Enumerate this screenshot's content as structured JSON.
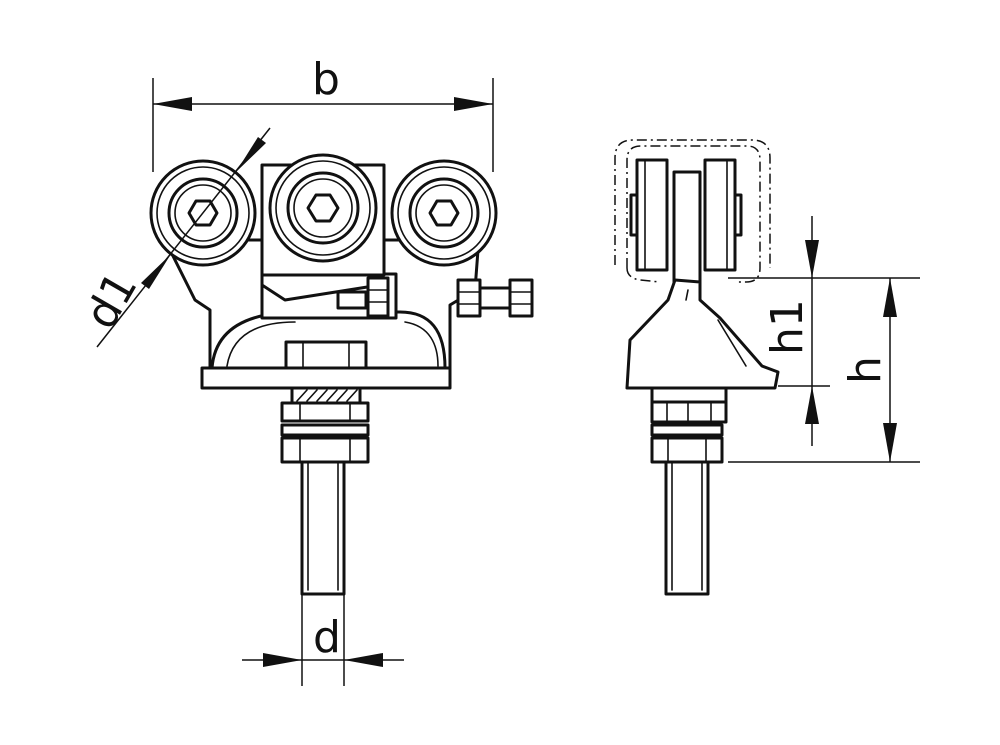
{
  "labels": {
    "b": "b",
    "d1": "d1",
    "d": "d",
    "h1": "h1",
    "h": "h"
  }
}
